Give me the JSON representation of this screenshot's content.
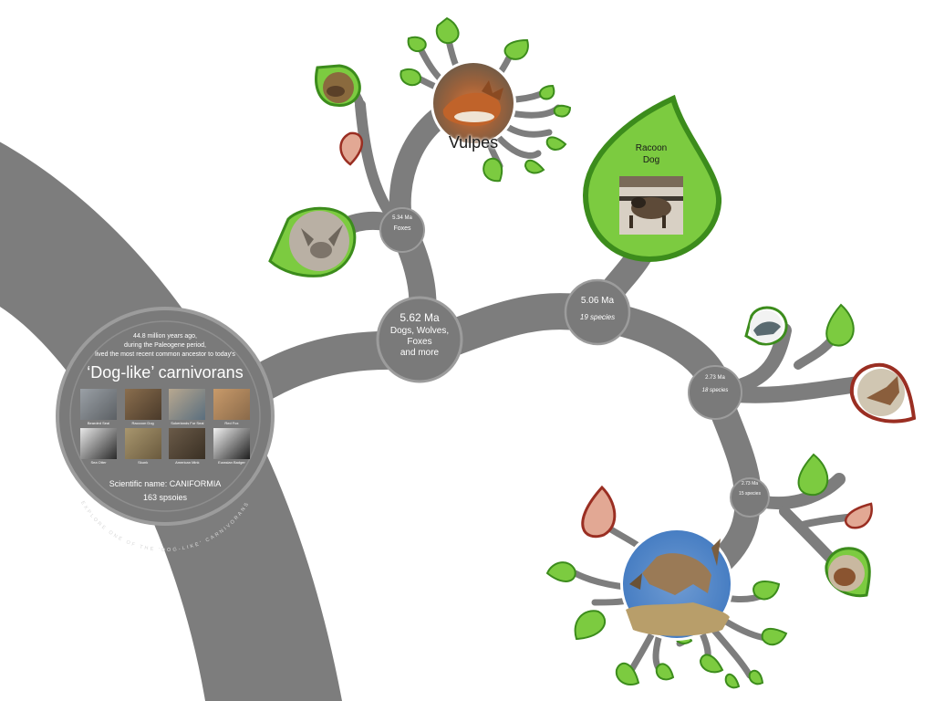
{
  "root_node": {
    "intro_line1": "44.8 million years ago,",
    "intro_line2": "during the Paleogene period,",
    "intro_line3": "lived the most recent common ancestor to today's",
    "title": "‘Dog-like’ carnivorans",
    "ring_text": "EXPLORE ONE OF THE 'DOG-LIKE' CARNIVORANS",
    "thumbnails": [
      "Bearded Seal",
      "Raccoon Dog",
      "Sokerlands Fur Seal",
      "Red Fox",
      "Sea Otter",
      "Skunk",
      "American Mink",
      "Eurasian Badger"
    ],
    "scientific_name": "Scientific name: CANIFORMIA",
    "species_count": "163 spsoies"
  },
  "nodes": {
    "main": {
      "age": "5.62 Ma",
      "line1": "Dogs, Wolves,",
      "line2": "Foxes",
      "line3": "and more"
    },
    "foxes": {
      "age": "5.34 Ma",
      "label": "Foxes"
    },
    "n506": {
      "age": "5.06 Ma",
      "label": "19 species"
    },
    "n273a": {
      "age": "2.73 Ma",
      "label": "18 species"
    },
    "n273b": {
      "age": "2.73 Ma",
      "label": "15 species"
    }
  },
  "genus_label": "Vulpes",
  "racoon_dog": {
    "line1": "Racoon",
    "line2": "Dog"
  },
  "colors": {
    "branch": "#7d7d7d",
    "node_fill": "#7a7a7a",
    "node_stroke": "#9c9c9c",
    "leaf_green": "#7ccb40",
    "leaf_green_dark": "#3c8c1c",
    "leaf_red": "#e2a894",
    "leaf_red_dark": "#9a2e22"
  },
  "icons": [
    "leaf-icon",
    "photo-leaf-icon",
    "endangered-leaf-icon"
  ]
}
